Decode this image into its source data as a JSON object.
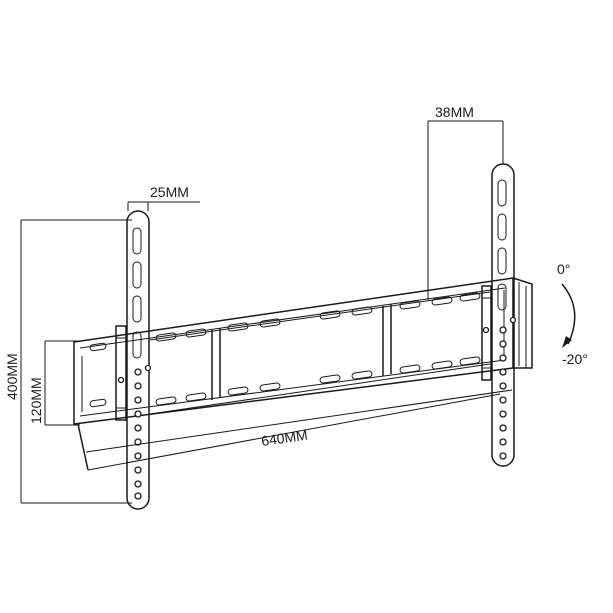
{
  "dimensions": {
    "depth_max": "38MM",
    "depth_min": "25MM",
    "height_max": "400MM",
    "height_min": "120MM",
    "width_max": "640MM"
  },
  "tilt": {
    "top": "0°",
    "bottom": "-20°"
  }
}
